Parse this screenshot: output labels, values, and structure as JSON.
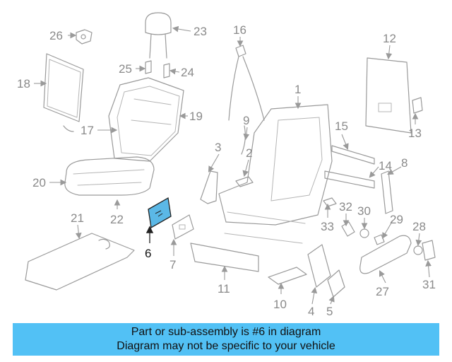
{
  "callouts": [
    "1",
    "2",
    "3",
    "4",
    "5",
    "6",
    "7",
    "8",
    "9",
    "10",
    "11",
    "12",
    "13",
    "14",
    "15",
    "16",
    "17",
    "18",
    "19",
    "20",
    "21",
    "22",
    "23",
    "24",
    "25",
    "26",
    "27",
    "28",
    "29",
    "30",
    "31",
    "32",
    "33"
  ],
  "highlighted_part": "6",
  "banner": {
    "line1": "Part or sub-assembly is #6 in diagram",
    "line2": "Diagram may not be specific to your vehicle"
  },
  "colors": {
    "highlight": "#5bb8e6",
    "banner": "#52c1f5",
    "line": "#9a9a9a"
  }
}
